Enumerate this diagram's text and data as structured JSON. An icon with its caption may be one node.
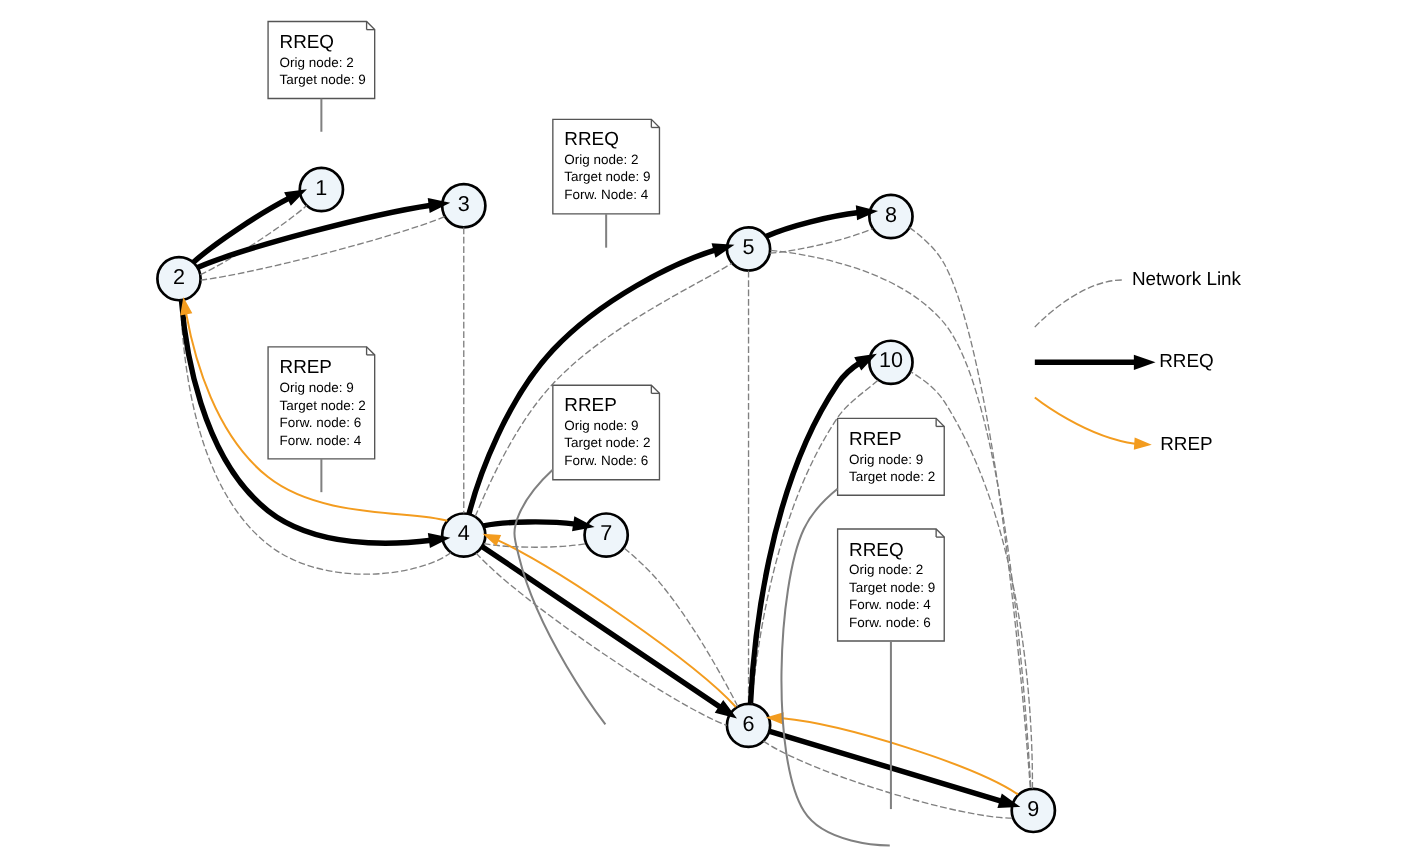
{
  "diagram": {
    "nodes": [
      {
        "text": [
          "1"
        ]
      },
      {
        "text": [
          "2"
        ]
      },
      {
        "text": [
          "3"
        ]
      },
      {
        "text": [
          "4"
        ]
      },
      {
        "text": [
          "5"
        ]
      },
      {
        "text": [
          "6"
        ]
      },
      {
        "text": [
          "7"
        ]
      },
      {
        "text": [
          "8"
        ]
      },
      {
        "text": [
          "9"
        ]
      },
      {
        "text": [
          "10"
        ]
      },
      {
        "text": [
          "RREQ",
          "Orig node: 2",
          "Target node: 9"
        ]
      },
      {
        "text": [
          "RREQ",
          "Orig node: 2",
          "Target node: 9",
          "Forw. Node: 4"
        ]
      },
      {
        "text": [
          "RREQ",
          "Orig node: 2",
          "Target node: 9",
          "Forw. node: 4",
          "Forw. node: 6"
        ]
      },
      {
        "text": [
          "RREP",
          "Orig node: 9",
          "Target node: 2",
          "Forw. node: 6",
          "Forw. node: 4"
        ]
      },
      {
        "text": [
          "RREP",
          "Orig node: 9",
          "Target node: 2",
          "Forw. Node: 6"
        ]
      },
      {
        "text": [
          "RREP",
          "Orig node: 9",
          "Target node: 2"
        ]
      }
    ],
    "edges": [
      {
        "from": 1,
        "to": 2,
        "arrow": "none",
        "style": "dashed",
        "color": "#808080"
      },
      {
        "from": 1,
        "to": 3,
        "arrow": "none",
        "style": "dashed",
        "color": "#808080"
      },
      {
        "from": 1,
        "to": 0,
        "arrow": "none",
        "style": "dashed",
        "color": "#808080"
      },
      {
        "from": 2,
        "to": 3,
        "arrow": "none",
        "style": "dashed",
        "color": "#808080"
      },
      {
        "from": 3,
        "to": 4,
        "arrow": "none",
        "style": "dashed",
        "color": "#808080"
      },
      {
        "from": 3,
        "to": 5,
        "arrow": "none",
        "style": "dashed",
        "color": "#808080"
      },
      {
        "from": 3,
        "to": 6,
        "arrow": "none",
        "style": "dashed",
        "color": "#808080"
      },
      {
        "from": 4,
        "to": 7,
        "arrow": "none",
        "style": "dashed",
        "color": "#808080"
      },
      {
        "from": 4,
        "to": 5,
        "arrow": "none",
        "style": "dashed",
        "color": "#808080"
      },
      {
        "from": 4,
        "to": 8,
        "arrow": "none",
        "style": "dashed",
        "color": "#808080"
      },
      {
        "from": 5,
        "to": 6,
        "arrow": "none",
        "style": "dashed",
        "color": "#808080"
      },
      {
        "from": 5,
        "to": 8,
        "arrow": "none",
        "style": "dashed",
        "color": "#808080"
      },
      {
        "from": 5,
        "to": 9,
        "arrow": "none",
        "style": "dashed",
        "color": "#808080"
      },
      {
        "from": 7,
        "to": 8,
        "arrow": "none",
        "style": "dashed",
        "color": "#808080"
      },
      {
        "from": 8,
        "to": 9,
        "arrow": "none",
        "style": "dashed",
        "color": "#808080"
      },
      {
        "from": 1,
        "to": 2,
        "arrow": "to",
        "style": "thick",
        "color": "#000000"
      },
      {
        "from": 1,
        "to": 3,
        "arrow": "to",
        "style": "thick",
        "color": "#000000"
      },
      {
        "from": 1,
        "to": 0,
        "arrow": "to",
        "style": "thick",
        "color": "#000000"
      },
      {
        "from": 3,
        "to": 4,
        "arrow": "to",
        "style": "thick",
        "color": "#000000"
      },
      {
        "from": 3,
        "to": 5,
        "arrow": "to",
        "style": "thick",
        "color": "#000000"
      },
      {
        "from": 3,
        "to": 6,
        "arrow": "to",
        "style": "thick",
        "color": "#000000"
      },
      {
        "from": 4,
        "to": 7,
        "arrow": "to",
        "style": "thick",
        "color": "#000000"
      },
      {
        "from": 5,
        "to": 8,
        "arrow": "to",
        "style": "thick",
        "color": "#000000"
      },
      {
        "from": 5,
        "to": 9,
        "arrow": "to",
        "style": "thick",
        "color": "#000000"
      },
      {
        "from": 8,
        "to": 5,
        "arrow": "to",
        "color": "#f39c1f"
      },
      {
        "from": 5,
        "to": 3,
        "arrow": "to",
        "color": "#f39c1f"
      },
      {
        "from": 3,
        "to": 1,
        "arrow": "to",
        "color": "#f39c1f"
      },
      {
        "from": 10,
        "to": null,
        "arrow": "none",
        "color": "#808080"
      },
      {
        "from": 11,
        "to": null,
        "arrow": "none",
        "color": "#808080"
      },
      {
        "from": 12,
        "to": null,
        "arrow": "none",
        "color": "#808080"
      },
      {
        "from": 13,
        "to": null,
        "arrow": "none",
        "color": "#808080"
      },
      {
        "from": 14,
        "to": null,
        "arrow": "none",
        "color": "#808080"
      },
      {
        "from": 15,
        "to": null,
        "arrow": "none",
        "color": "#808080"
      }
    ],
    "legend": [
      {
        "text": "Network Link"
      },
      {
        "text": "RREQ"
      },
      {
        "text": "RREP"
      }
    ]
  }
}
